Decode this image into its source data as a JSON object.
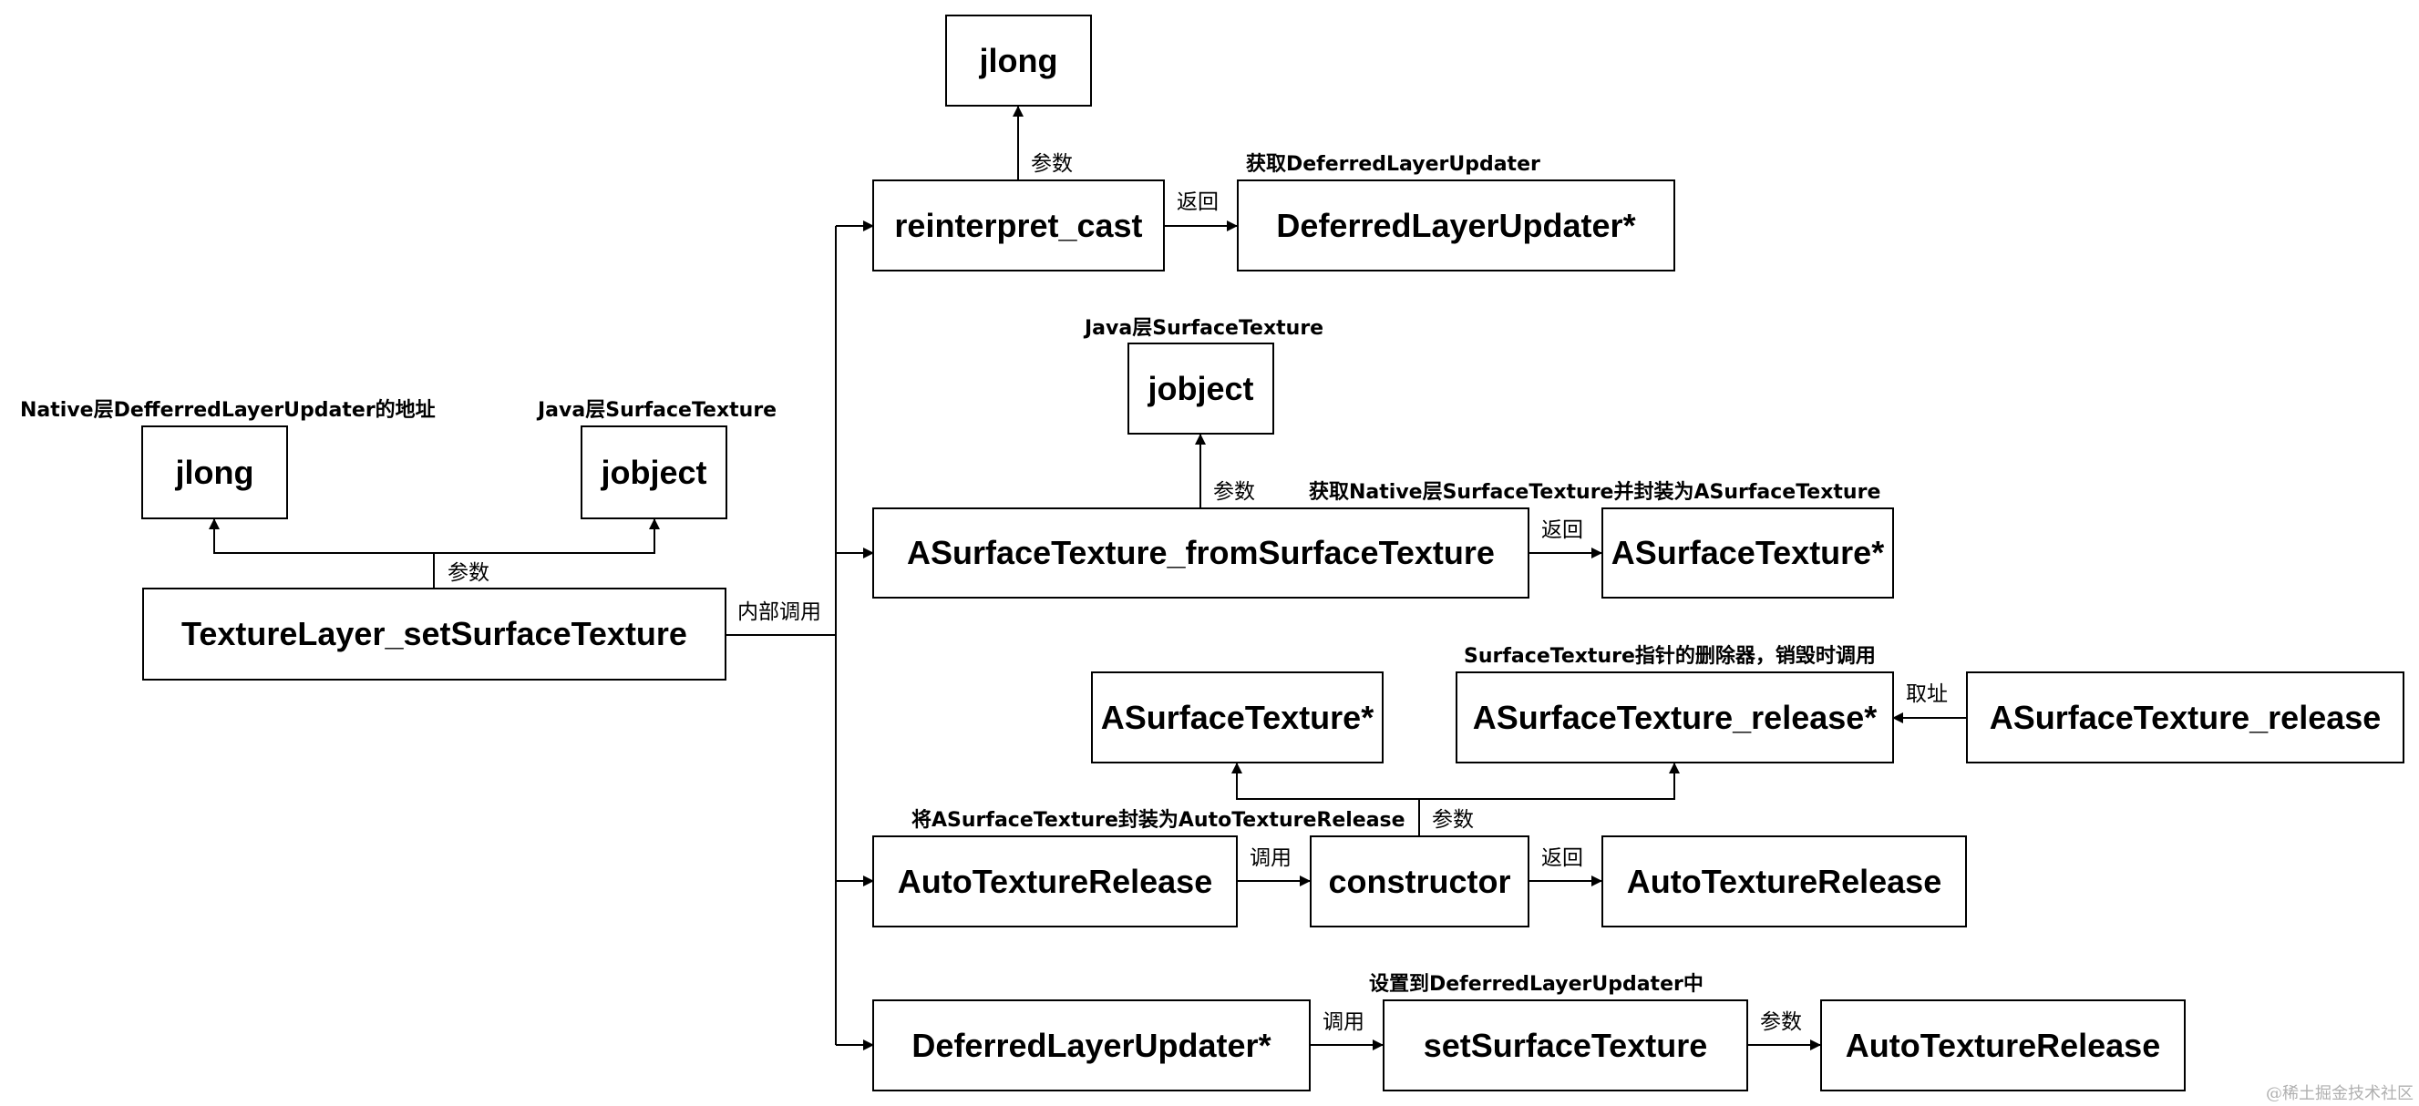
{
  "nodes": {
    "root": "TextureLayer_setSurfaceTexture",
    "left_jlong": "jlong",
    "left_jobject": "jobject",
    "reinterpret_cast": "reinterpret_cast",
    "top_jlong": "jlong",
    "deferred_ptr_1": "DeferredLayerUpdater*",
    "fromSurfaceTexture": "ASurfaceTexture_fromSurfaceTexture",
    "mid_jobject": "jobject",
    "asurface_ptr_1": "ASurfaceTexture*",
    "asurface_ptr_2": "ASurfaceTexture*",
    "release_ptr": "ASurfaceTexture_release*",
    "release_fn": "ASurfaceTexture_release",
    "auto_texture_release_1": "AutoTextureRelease",
    "constructor": "constructor",
    "auto_texture_release_2": "AutoTextureRelease",
    "deferred_ptr_2": "DeferredLayerUpdater*",
    "setSurfaceTexture": "setSurfaceTexture",
    "auto_texture_release_3": "AutoTextureRelease"
  },
  "notes": {
    "native_addr": "Native层DefferredLayerUpdater的地址",
    "java_surface_left": "Java层SurfaceTexture",
    "get_deferred": "获取DeferredLayerUpdater",
    "java_surface_mid": "Java层SurfaceTexture",
    "get_native_surface": "获取Native层SurfaceTexture并封装为ASurfaceTexture",
    "deleter": "SurfaceTexture指针的删除器，销毁时调用",
    "wrap_auto": "将ASurfaceTexture封装为AutoTextureRelease",
    "set_to_updater": "设置到DeferredLayerUpdater中"
  },
  "edges": {
    "root_params": "参数",
    "internal_call": "内部调用",
    "cast_params": "参数",
    "cast_return": "返回",
    "from_params": "参数",
    "from_return": "返回",
    "take_address": "取址",
    "ctor_params": "参数",
    "call_ctor": "调用",
    "ctor_return": "返回",
    "call_set": "调用",
    "set_params": "参数"
  },
  "watermark": "@稀土掘金技术社区"
}
